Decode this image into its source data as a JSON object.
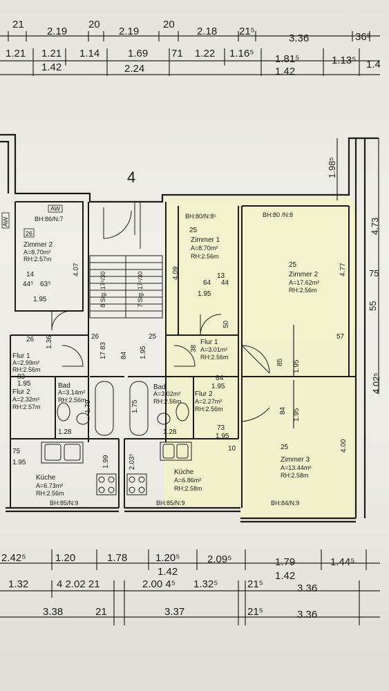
{
  "plan": {
    "section": "4"
  },
  "labels": {
    "aw": "AW"
  },
  "stairs": {
    "left": "8 Stg. 17⁵/30",
    "right": "7 Stg. 17⁵/30"
  },
  "dims": {
    "top_row_1": [
      "21",
      "2.19",
      "20",
      "2.19",
      "20",
      "2.18",
      "21⁵",
      "3.36",
      "36⁵"
    ],
    "top_row_2": [
      "1.21",
      "1.21",
      "1.14",
      "1.69",
      "71",
      "1.22",
      "1.16⁵",
      "1.81⁵",
      "1.13⁵"
    ],
    "top_row_3": [
      "1.42",
      "2.24",
      "1.42",
      "1.4"
    ],
    "right": [
      "1.98⁵",
      "4.73",
      "75",
      "55",
      "4.02⁵"
    ],
    "landing": [
      "17 83",
      "84",
      "1.95"
    ],
    "landing_tags": [
      "26",
      "25"
    ],
    "bottom_row_1": [
      "2.42⁵",
      "1.20",
      "1.78",
      "1.20⁵",
      "2.09⁵",
      "1.79",
      "1.44⁵",
      "1.42",
      "1.42"
    ],
    "bottom_row_2": [
      "1.32",
      "4 2.02 21",
      "2.00 4⁵",
      "1.32⁵",
      "21⁵",
      "3.36"
    ],
    "bottom_row_3": [
      "3.38",
      "21",
      "3.37",
      "21⁵",
      "3.36"
    ]
  },
  "rooms": {
    "zimmer2_left": {
      "bh": "BH:86/N:7",
      "tag": "26",
      "name": "Zimmer 2",
      "area": "A=8.70m²",
      "rh": "RH:2.57m",
      "dims": [
        "14",
        "44⁵",
        "63⁵",
        "1.95",
        "4.07"
      ]
    },
    "zimmer1": {
      "bh": "BH:80/N:8⁵",
      "tag": "25",
      "name": "Zimmer 1",
      "area": "A=8.70m²",
      "rh": "RH:2.56m",
      "dims": [
        "13",
        "64",
        "44",
        "1.95",
        "4.09"
      ]
    },
    "zimmer2_right": {
      "bh": "BH:80 /N:8",
      "tag": "25",
      "name": "Zimmer 2",
      "area": "A=17.62m²",
      "rh": "RH:2.56m",
      "dims": [
        "4.77",
        "57"
      ]
    },
    "flur1_right": {
      "name": "Flur 1",
      "area": "A=3.01m²",
      "rh": "RH:2.56m",
      "dims": [
        "50",
        "38",
        "84",
        "1.95"
      ]
    },
    "flur1_left": {
      "tag": "26",
      "name": "Flur 1",
      "area": "A=2.99m²",
      "rh": "RH:2.56m",
      "dims": [
        "1.36",
        "83",
        "1.95"
      ]
    },
    "flur2_left": {
      "name": "Flur 2",
      "area": "A=2.32m²",
      "rh": "RH:2.57m"
    },
    "bad_left": {
      "name": "Bad",
      "area": "A=3.14m²",
      "rh": "RH:2.56m",
      "dims": [
        "1.79",
        "1.28"
      ]
    },
    "bad_right": {
      "name": "Bad",
      "area": "A=3.02m²",
      "rh": "RH:2.56m",
      "dims": [
        "1.75",
        "1.28"
      ]
    },
    "flur2_right": {
      "name": "Flur 2",
      "area": "A=2.27m²",
      "rh": "RH:2.56m",
      "dims": [
        "73",
        "1.95"
      ]
    },
    "zimmer3": {
      "bh": "BH:84/N:9",
      "tag": "25",
      "name": "Zimmer 3",
      "area": "A=13.44m²",
      "rh": "RH:2.58m",
      "dims": [
        "4.00",
        "84",
        "1.95",
        "85",
        "1.95"
      ]
    },
    "kueche_left": {
      "bh": "BH:85/N:9",
      "name": "Küche",
      "area": "A=6.73m²",
      "rh": "RH:2.56m",
      "dims": [
        "75",
        "1.95",
        "1.99"
      ]
    },
    "kueche_right": {
      "bh": "BH:85/N:9",
      "name": "Küche",
      "area": "A=6.86m²",
      "rh": "RH:2.58m",
      "dims": [
        "2.03⁵",
        "10"
      ]
    }
  }
}
